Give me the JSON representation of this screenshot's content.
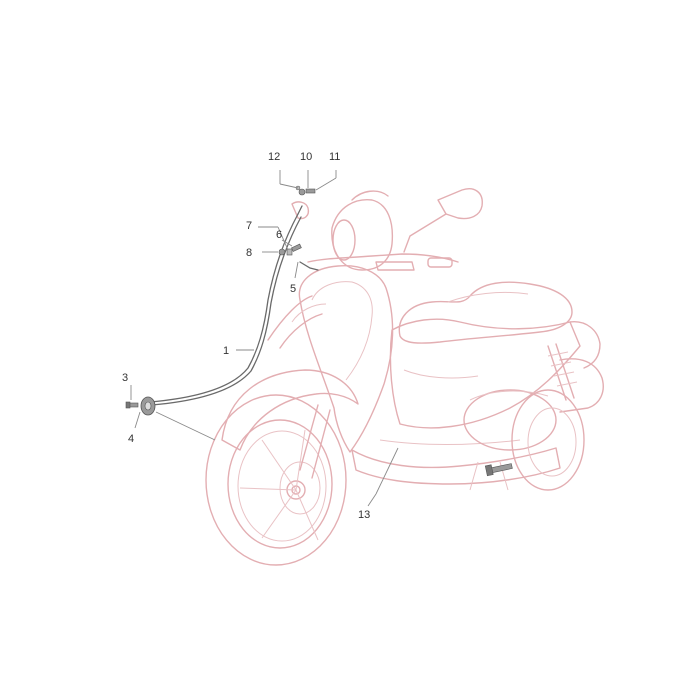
{
  "callouts": [
    {
      "id": "1",
      "label": "1"
    },
    {
      "id": "3",
      "label": "3"
    },
    {
      "id": "4",
      "label": "4"
    },
    {
      "id": "5",
      "label": "5"
    },
    {
      "id": "6",
      "label": "6"
    },
    {
      "id": "7",
      "label": "7"
    },
    {
      "id": "8",
      "label": "8"
    },
    {
      "id": "10",
      "label": "10"
    },
    {
      "id": "11",
      "label": "11"
    },
    {
      "id": "12",
      "label": "12"
    },
    {
      "id": "13",
      "label": "13"
    }
  ],
  "colors": {
    "scooter_outline": "#e3aeb2",
    "cable_parts": "#6a6a6a",
    "label_text": "#333333",
    "background": "#ffffff"
  }
}
